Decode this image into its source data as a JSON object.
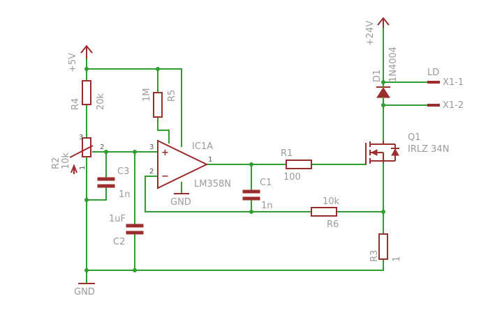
{
  "labels": {
    "vcc5": "+5V",
    "vcc24": "+24V",
    "gnd_main": "GND",
    "gnd_opamp": "GND",
    "r4_name": "R4",
    "r4_value": "20k",
    "r5_name": "R5",
    "r5_value": "1M",
    "r2_name": "R2",
    "r2_value": "10k",
    "c3_name": "C3",
    "c3_value": "1n",
    "c2_name": "C2",
    "c2_value": "1uF",
    "ic_name": "IC1A",
    "ic_value": "LM358N",
    "r1_name": "R1",
    "r1_value": "100",
    "c1_name": "C1",
    "c1_value": "1n",
    "r6_name": "R6",
    "r6_value": "10k",
    "r3_name": "R3",
    "r3_value": "1",
    "d1_name": "D1",
    "d1_value": "1N4004",
    "q1_name": "Q1",
    "q1_value": "IRLZ 34N",
    "ld": "LD",
    "x1_1": "X1-1",
    "x1_2": "X1-2",
    "opamp_plus": "+",
    "opamp_minus": "−"
  },
  "pins": {
    "r2_top": "3",
    "r2_wiper": "2",
    "r2_bottom": "1",
    "ic_in_plus": "3",
    "ic_in_minus": "2",
    "ic_out": "1"
  },
  "colors": {
    "wire": "#2e9e2e",
    "part": "#9b2d2d",
    "label": "#9a9a9a"
  }
}
